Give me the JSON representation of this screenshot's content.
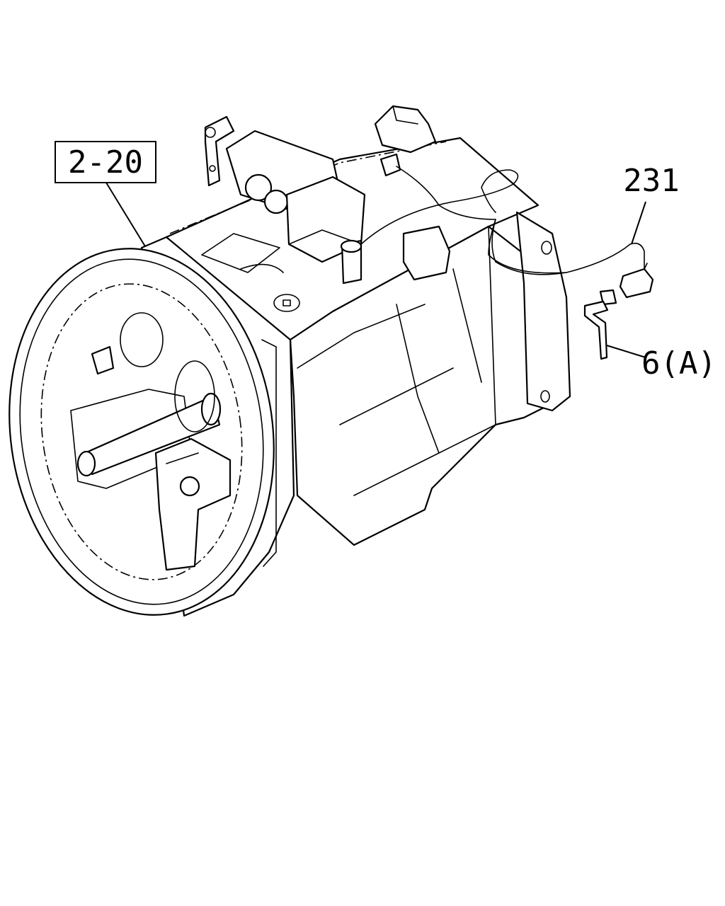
{
  "callouts": {
    "ref_2_20": "2-20",
    "part_231": "231",
    "part_6a": "6(A)"
  }
}
